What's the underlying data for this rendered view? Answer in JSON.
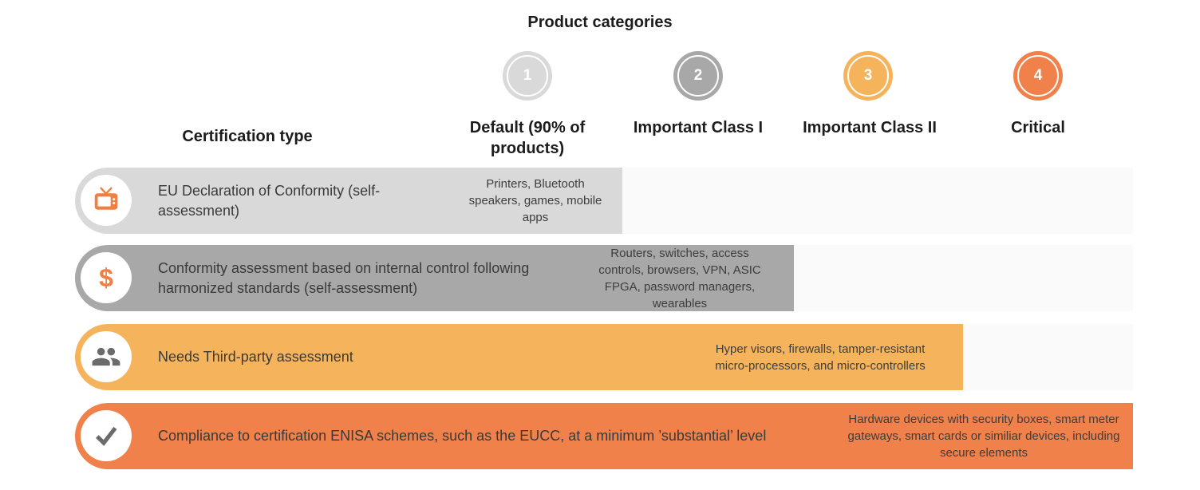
{
  "title": "Product categories",
  "certification_header": "Certification type",
  "palette": {
    "level1_light_gray": "#d9d9d9",
    "level2_mid_gray": "#a8a8a8",
    "level3_amber": "#f5b45c",
    "level4_orange": "#f0814b",
    "row_track_faint": "#fafafa",
    "icon_orange": "#ef7f42",
    "icon_gray": "#6b6b6b",
    "circle_number_white": "#ffffff",
    "heading_text": "#1c1c1c",
    "body_text": "#3a3a3a"
  },
  "columns": [
    {
      "number": "1",
      "label": "Default (90% of products)",
      "color": "#d9d9d9"
    },
    {
      "number": "2",
      "label": "Important Class I",
      "color": "#a8a8a8"
    },
    {
      "number": "3",
      "label": "Important Class II",
      "color": "#f5b45c"
    },
    {
      "number": "4",
      "label": "Critical",
      "color": "#f0814b"
    }
  ],
  "rows": [
    {
      "icon": "tv-icon",
      "certification": "EU Declaration of Conformity (self-assessment)",
      "products": "Printers, Bluetooth speakers, games, mobile apps",
      "color": "#d9d9d9",
      "category_level": "1"
    },
    {
      "icon": "dollar-icon",
      "icon_glyph": "$",
      "certification": "Conformity assessment based on internal control following harmonized standards (self-assessment)",
      "products": "Routers, switches, access controls, browsers, VPN, ASIC FPGA, password managers, wearables",
      "color": "#a8a8a8",
      "category_level": "2"
    },
    {
      "icon": "people-icon",
      "certification": "Needs Third-party assessment",
      "products": "Hyper visors, firewalls, tamper-resistant micro-processors, and micro-controllers",
      "color": "#f5b45c",
      "category_level": "3"
    },
    {
      "icon": "check-icon",
      "certification": "Compliance to certification ENISA schemes, such as the EUCC, at a minimum ’substantial’ level",
      "products": "Hardware devices with security boxes, smart meter gateways, smart cards or similiar devices, including secure elements",
      "color": "#f0814b",
      "category_level": "4"
    }
  ]
}
